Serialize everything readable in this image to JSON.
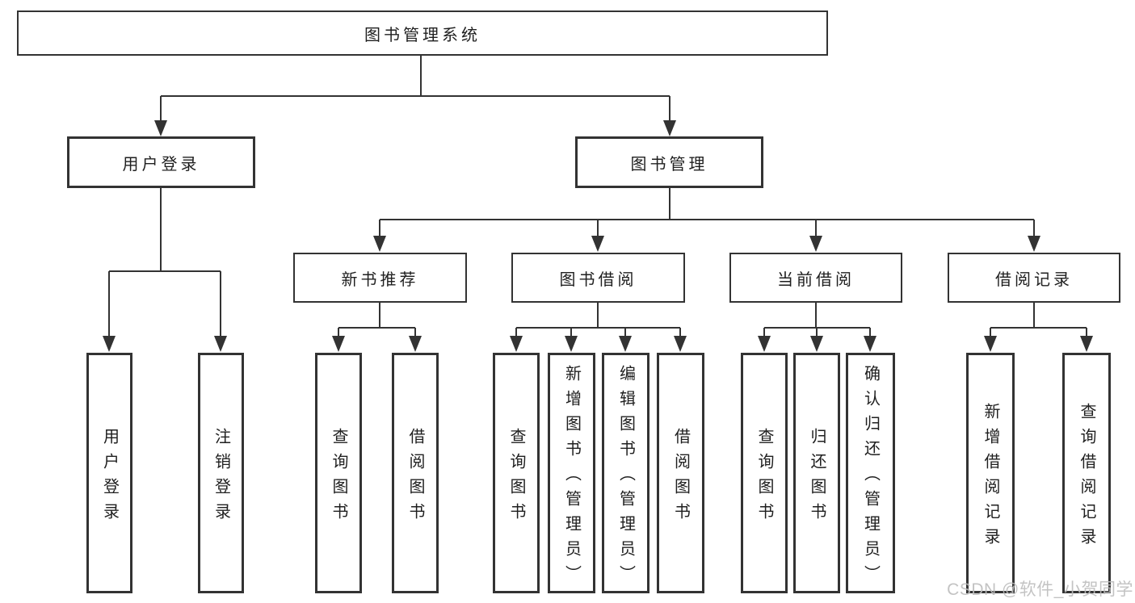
{
  "colors": {
    "line": "#333333",
    "border": "#333333",
    "text": "#1f1f1f",
    "background": "#ffffff",
    "watermark": "#bdbdbd"
  },
  "tree": {
    "root": {
      "label": "图书管理系统",
      "children": [
        {
          "label": "用户登录",
          "children": [
            {
              "label": "用户登录"
            },
            {
              "label": "注销登录"
            }
          ]
        },
        {
          "label": "图书管理",
          "children": [
            {
              "label": "新书推荐",
              "children": [
                {
                  "label": "查询图书"
                },
                {
                  "label": "借阅图书"
                }
              ]
            },
            {
              "label": "图书借阅",
              "children": [
                {
                  "label": "查询图书"
                },
                {
                  "label": "新增图书（管理员）"
                },
                {
                  "label": "编辑图书（管理员）"
                },
                {
                  "label": "借阅图书"
                }
              ]
            },
            {
              "label": "当前借阅",
              "children": [
                {
                  "label": "查询图书"
                },
                {
                  "label": "归还图书"
                },
                {
                  "label": "确认归还（管理员）"
                }
              ]
            },
            {
              "label": "借阅记录",
              "children": [
                {
                  "label": "新增借阅记录"
                },
                {
                  "label": "查询借阅记录"
                }
              ]
            }
          ]
        }
      ]
    }
  },
  "watermark": {
    "text": "CSDN @软件_小贺同学"
  }
}
